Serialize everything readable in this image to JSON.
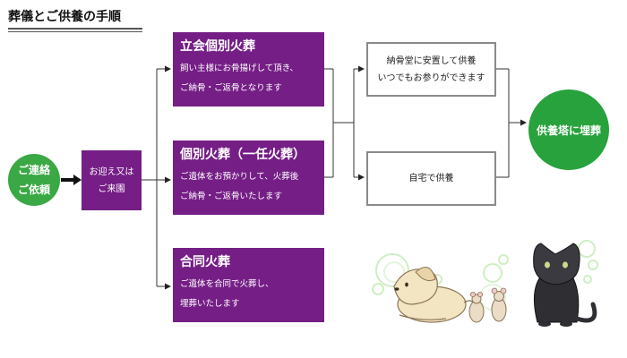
{
  "title": "葬儀とご供養の手順",
  "start": {
    "line1": "ご連絡",
    "line2": "ご依頼"
  },
  "pickup": {
    "line1": "お迎え又は",
    "line2": "ご来園"
  },
  "options": [
    {
      "title": "立会個別火葬",
      "line1": "飼い主様にお骨揚げして頂き、",
      "line2": "ご納骨・ご返骨となります"
    },
    {
      "title": "個別火葬（一任火葬）",
      "line1": "ご遺体をお預かりして、火葬後",
      "line2": "ご納骨・ご返骨いたします"
    },
    {
      "title": "合同火葬",
      "line1": "ご遺体を合同で火葬し、",
      "line2": "埋葬いたします"
    }
  ],
  "enshrine": {
    "line1": "納骨堂に安置して供養",
    "line2": "いつでもお参りができます"
  },
  "home": {
    "label": "自宅で供養"
  },
  "memorial": {
    "label": "供養塔に埋葬"
  },
  "colors": {
    "green": "#3aa844",
    "purple": "#751e86",
    "border_gray": "#8a8a8a",
    "line": "#333333"
  }
}
